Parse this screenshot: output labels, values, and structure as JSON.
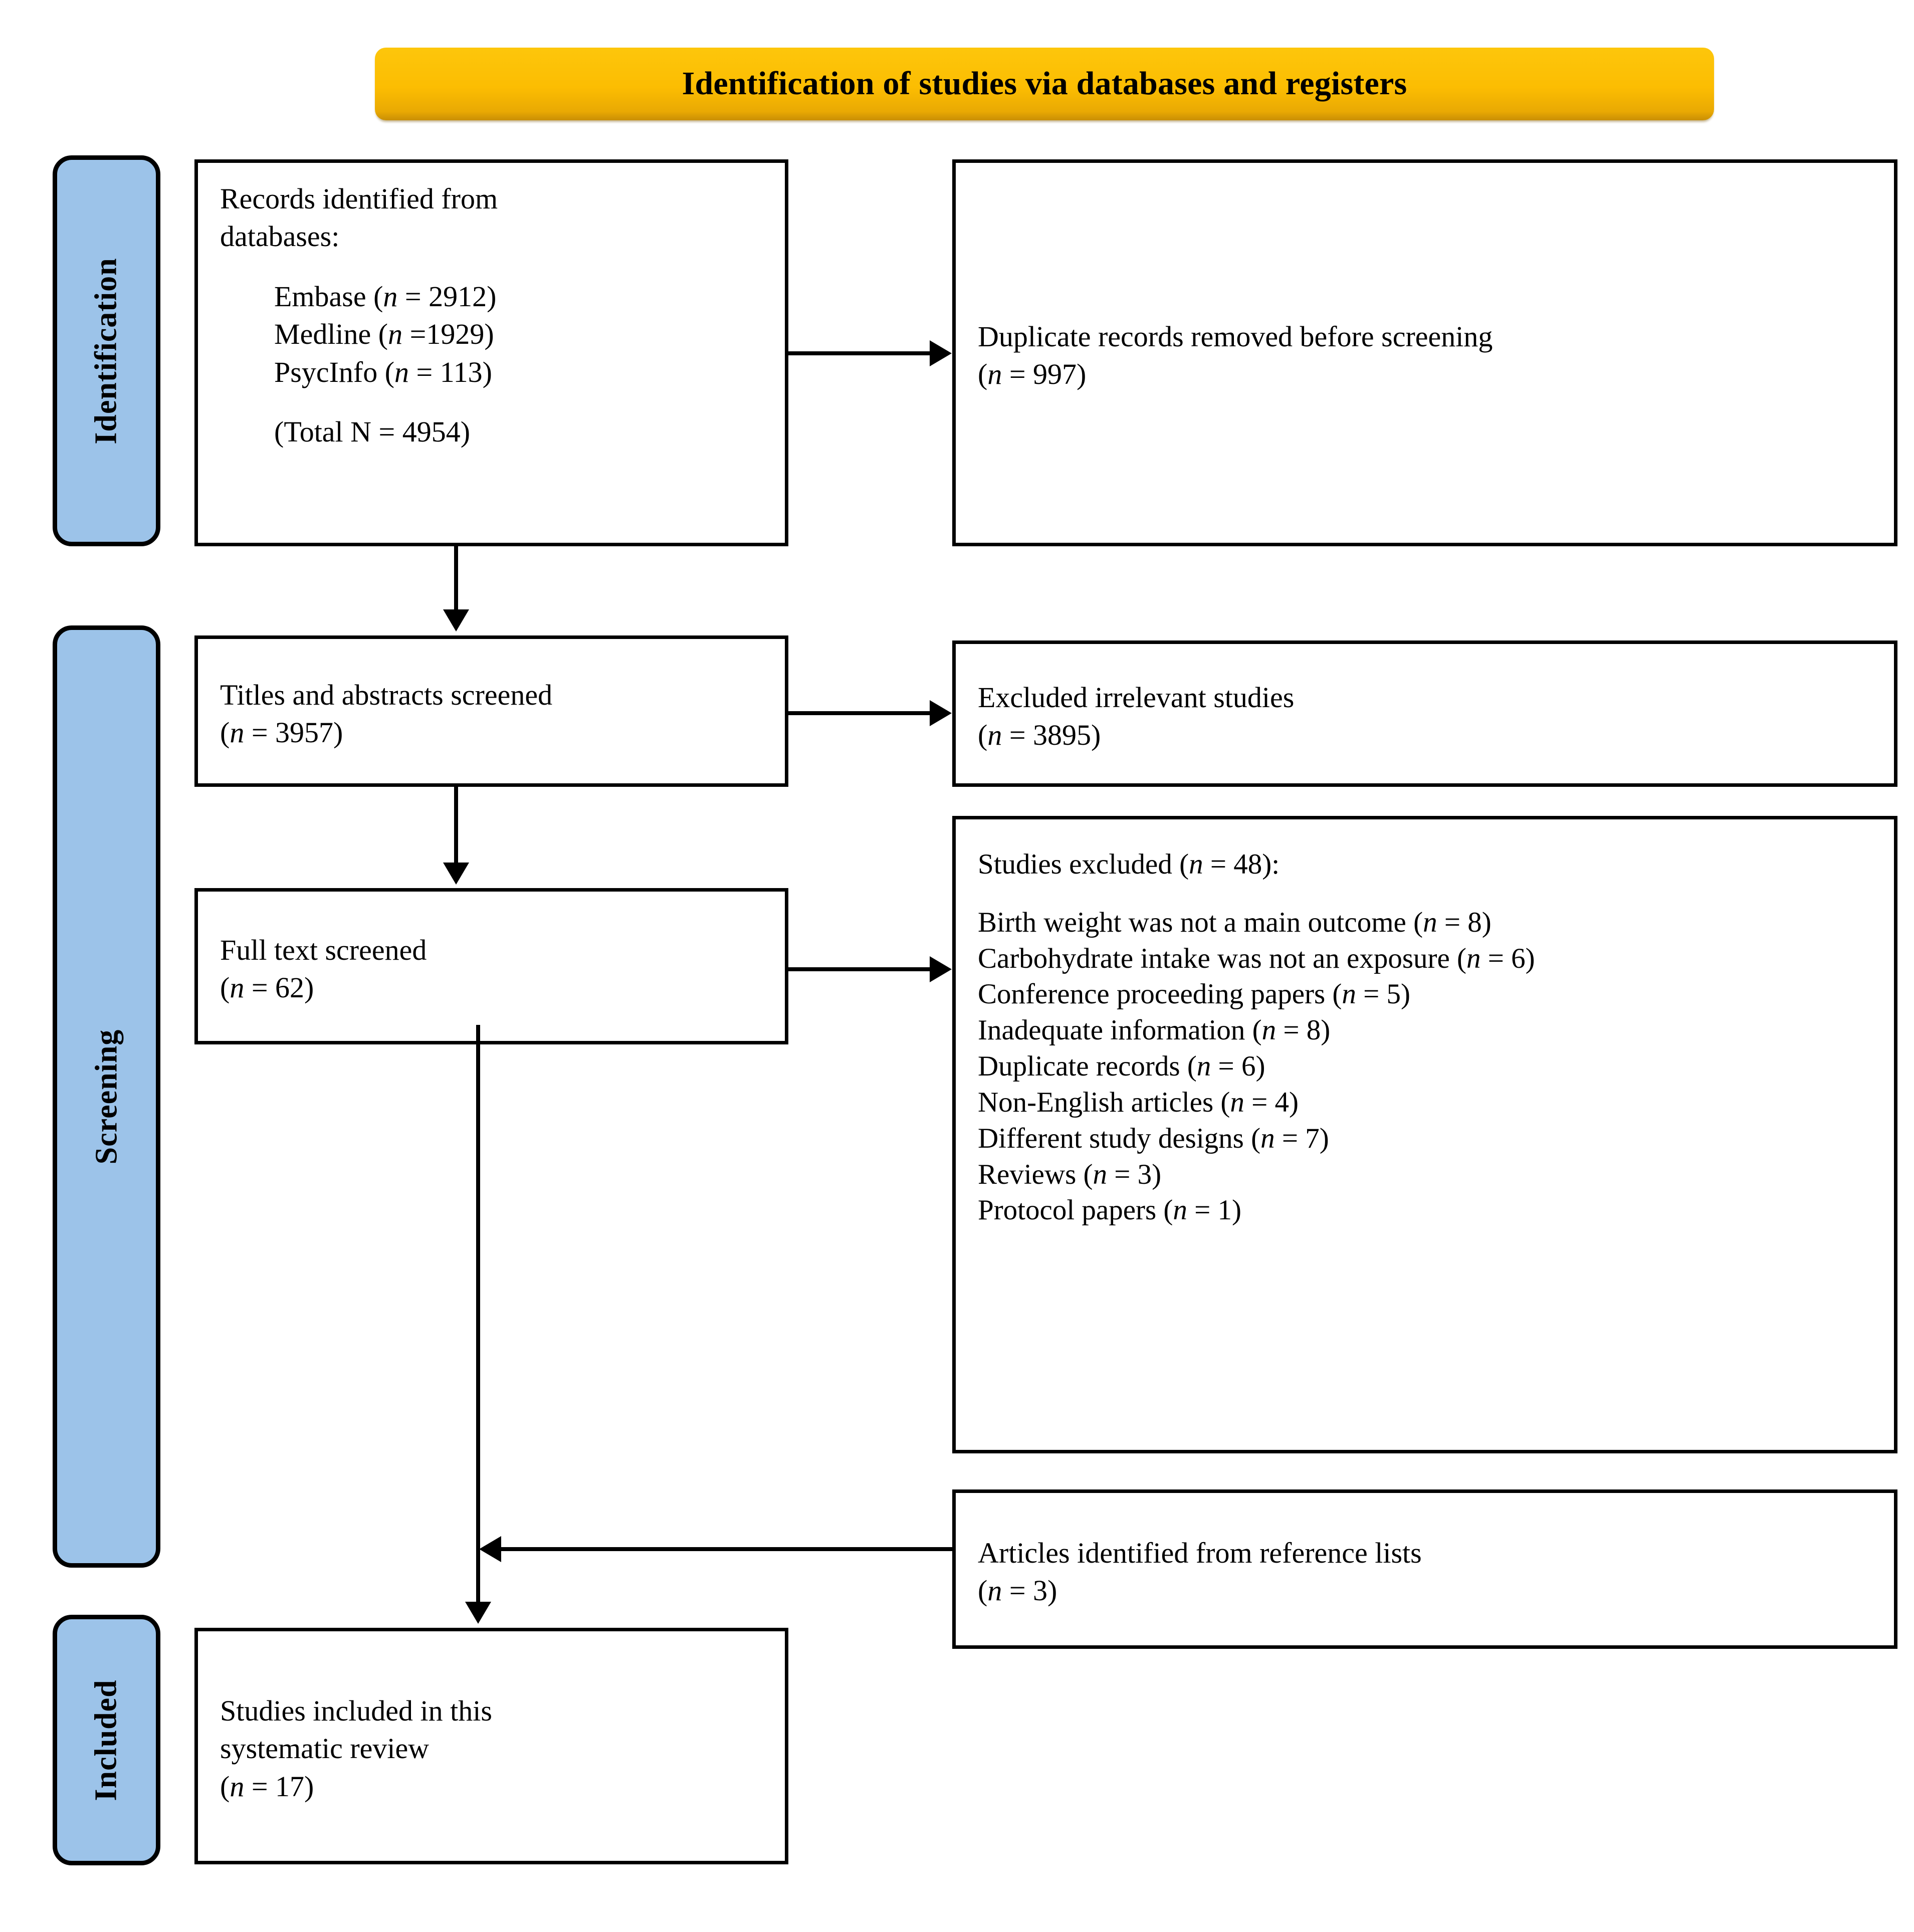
{
  "diagram": {
    "type": "prisma-flow-diagram",
    "title": "Identification of studies via databases and registers",
    "colors": {
      "banner": "#FCBD02",
      "stage_bar": "#9CC3E9",
      "box_border": "#000000",
      "box_fill": "#FFFFFF"
    }
  },
  "stages": [
    {
      "key": "identification",
      "label": "Identification"
    },
    {
      "key": "screening",
      "label": "Screening"
    },
    {
      "key": "included",
      "label": "Included"
    }
  ],
  "boxes": {
    "records_identified": {
      "lines": [
        "Records identified from",
        "databases:",
        "Embase (n = 2912)",
        "Medline (n =1929)",
        "PsycInfo (n = 113)",
        "(Total N = 4954)"
      ],
      "heading_1": "Records identified from",
      "heading_2": "databases:",
      "source_1": "Embase (",
      "source_1_n": "n",
      "source_1_val": " = 2912)",
      "source_2": "Medline (",
      "source_2_n": "n",
      "source_2_val": " =1929)",
      "source_3": "PsycInfo (",
      "source_3_n": "n",
      "source_3_val": " = 113)",
      "total": "(Total N = 4954)"
    },
    "duplicates_removed": {
      "line_1": "Duplicate records removed before screening",
      "line_2_open": "(",
      "line_2_n": "n",
      "line_2_val": " = 997)"
    },
    "titles_screened": {
      "line_1": "Titles and abstracts screened",
      "line_2_open": "(",
      "line_2_n": "n",
      "line_2_val": " = 3957)"
    },
    "excluded_irrelevant": {
      "line_1": "Excluded irrelevant studies",
      "line_2_open": "(",
      "line_2_n": "n",
      "line_2_val": " = 3895)"
    },
    "fulltext_screened": {
      "line_1": "Full text screened",
      "line_2_open": "(",
      "line_2_n": "n",
      "line_2_val": " = 62)"
    },
    "studies_excluded": {
      "heading_pre": "Studies excluded (",
      "heading_n": "n",
      "heading_post": " = 48):",
      "reasons": [
        {
          "text": "Birth weight was not a main outcome (",
          "n": "n",
          "val": " = 8)"
        },
        {
          "text": "Carbohydrate intake was not an exposure (",
          "n": "n",
          "val": " = 6)"
        },
        {
          "text": "Conference proceeding papers (",
          "n": "n",
          "val": " = 5)"
        },
        {
          "text": "Inadequate information (",
          "n": "n",
          "val": " = 8)"
        },
        {
          "text": "Duplicate records (",
          "n": "n",
          "val": " = 6)"
        },
        {
          "text": "Non-English articles (",
          "n": "n",
          "val": " = 4)"
        },
        {
          "text": "Different study designs (",
          "n": "n",
          "val": " = 7)"
        },
        {
          "text": "Reviews (",
          "n": "n",
          "val": " = 3)"
        },
        {
          "text": "Protocol papers (",
          "n": "n",
          "val": " = 1)"
        }
      ]
    },
    "articles_from_refs": {
      "line_1": "Articles identified from reference lists",
      "line_2_open": "(",
      "line_2_n": "n",
      "line_2_val": " = 3)"
    },
    "studies_included": {
      "line_1": "Studies included in this",
      "line_2": "systematic review",
      "line_3_open": "(",
      "line_3_n": "n",
      "line_3_val": " = 17)"
    }
  },
  "counts": {
    "embase": 2912,
    "medline": 1929,
    "psycinfo": 113,
    "total_identified": 4954,
    "duplicates_removed": 997,
    "titles_abstracts_screened": 3957,
    "excluded_irrelevant": 3895,
    "full_text_screened": 62,
    "studies_excluded_total": 48,
    "articles_from_reference_lists": 3,
    "studies_included": 17,
    "exclusion_reasons": {
      "birth_weight_not_main_outcome": 8,
      "carbohydrate_intake_not_exposure": 6,
      "conference_proceeding_papers": 5,
      "inadequate_information": 8,
      "duplicate_records": 6,
      "non_english_articles": 4,
      "different_study_designs": 7,
      "reviews": 3,
      "protocol_papers": 1
    }
  }
}
